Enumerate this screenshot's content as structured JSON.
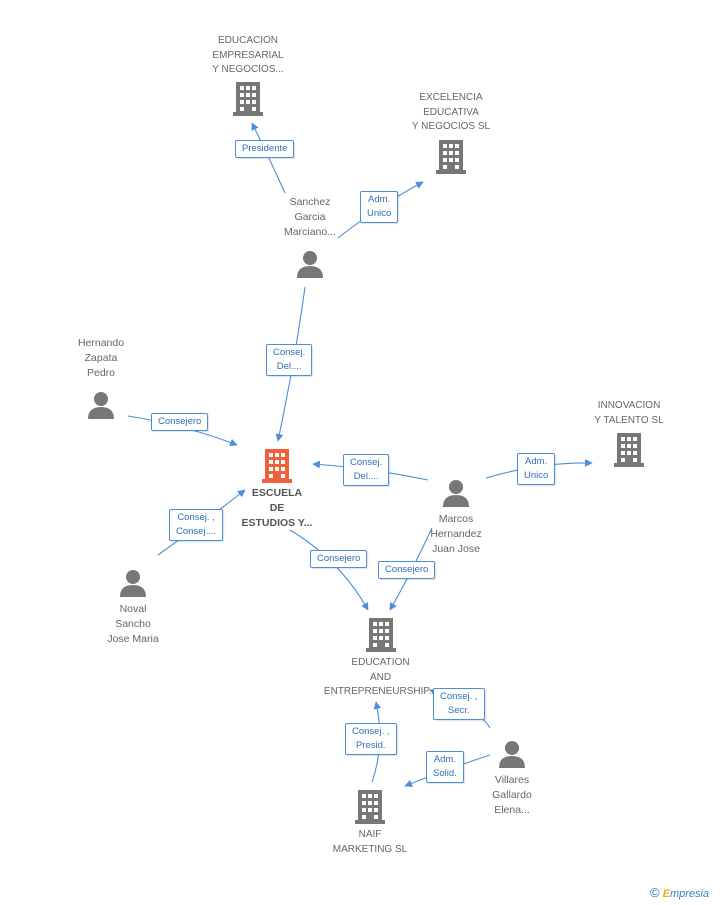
{
  "companies": {
    "educacion_empresarial": "EDUCACION\nEMPRESARIAL\nY NEGOCIOS...",
    "excelencia_educativa": "EXCELENCIA\nEDUCATIVA\nY NEGOCIOS SL",
    "innovacion_talento": "INNOVACION\nY TALENTO SL",
    "escuela_estudios": "ESCUELA\nDE\nESTUDIOS Y...",
    "education_entrepreneurship": "EDUCATION\nAND\nENTREPRENEURSHIP...",
    "naif_marketing": "NAIF\nMARKETING SL"
  },
  "people": {
    "sanchez_garcia": "Sanchez\nGarcia\nMarciano...",
    "hernando_zapata": "Hernando\nZapata\nPedro",
    "marcos_hernandez": "Marcos\nHernandez\nJuan Jose",
    "noval_sancho": "Noval\nSancho\nJose Maria",
    "villares_gallardo": "Villares\nGallardo\nElena..."
  },
  "relations": {
    "presidente": "Presidente",
    "adm_unico_1": "Adm.\nUnico",
    "consej_del_1": "Consej.\nDel....",
    "consejero_1": "Consejero",
    "consej_del_2": "Consej.\nDel....",
    "adm_unico_2": "Adm.\nUnico",
    "consej_consej": "Consej. ,\nConsej....",
    "consejero_2": "Consejero",
    "consejero_3": "Consejero",
    "consej_secr": "Consej. ,\nSecr.",
    "consej_presid": "Consej. ,\nPresid.",
    "adm_solid": "Adm.\nSolid."
  },
  "colors": {
    "company_icon": "#777777",
    "main_company_icon": "#f0603a",
    "person_icon": "#777777",
    "edge": "#4a8fd8"
  },
  "footer": {
    "symbol": "©",
    "brand_initial": "E",
    "brand_rest": "mpresia"
  }
}
